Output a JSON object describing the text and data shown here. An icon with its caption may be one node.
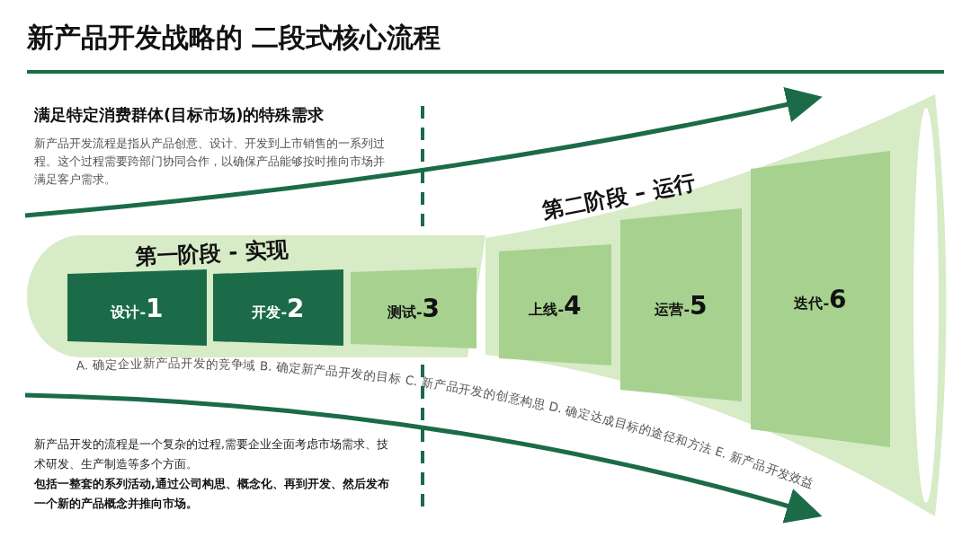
{
  "diagram": {
    "title": "新产品开发战略的 二段式核心流程",
    "nodes": [
      {
        "text": [
          "第一阶段 - 实现"
        ]
      },
      {
        "text": [
          "设计-1"
        ],
        "in": 0
      },
      {
        "text": [
          "开发-2"
        ],
        "in": 0
      },
      {
        "text": [
          "测试-3"
        ],
        "in": 0
      },
      {
        "text": [
          "第二阶段 – 运行"
        ]
      },
      {
        "text": [
          "上线-4"
        ],
        "in": 4
      },
      {
        "text": [
          "运营-5"
        ],
        "in": 4
      },
      {
        "text": [
          "迭代-6"
        ],
        "in": 4
      }
    ],
    "labels": [
      "满足特定消费群体(目标市场)的特殊需求",
      "新产品开发流程是指从产品创意、设计、开发到上市销售的一系列过程。这个过程需要跨部门协同合作，以确保产品能够按时推向市场并满足客户需求。",
      "A. 确定企业新产品开发的竞争域 B. 确定新产品开发的目标 C. 新产品开发的创意构思 D. 确定达成目标的途径和方法 E. 新产品开发效益",
      "新产品开发的流程是一个复杂的过程,需要企业全面考虑市场需求、技术研发、生产制造等多个方面。",
      "包括一整套的系列活动,通过公司构思、概念化、再到开发、然后发布一个新的产品概念并推向市场。"
    ]
  }
}
